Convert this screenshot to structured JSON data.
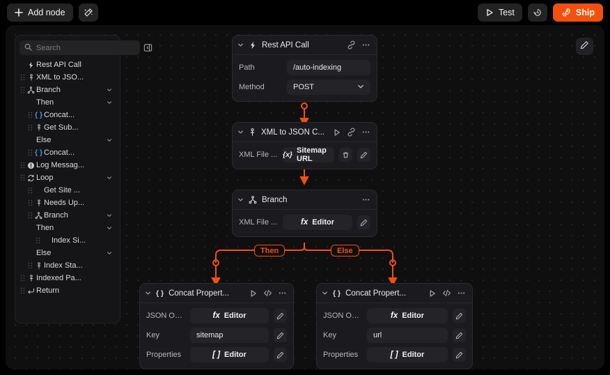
{
  "toolbar": {
    "add_node_label": "Add node",
    "add_node_icon": "plus-icon",
    "magic_icon": "magic-wand-icon",
    "test_label": "Test",
    "test_icon": "play-icon",
    "history_icon": "history-clock-icon",
    "ship_label": "Ship",
    "ship_icon": "rocket-icon",
    "ship_color": "#f2500f"
  },
  "sidebar": {
    "search": {
      "placeholder": "Search",
      "value": "",
      "icon": "search-icon"
    },
    "collapse_icon": "panel-collapse-icon",
    "items": [
      {
        "label": "Rest API Call",
        "icon": "bolt-icon",
        "indent": 1,
        "grip": false,
        "caret": false
      },
      {
        "label": "XML to JSO...",
        "icon": "anchor-icon",
        "indent": 1,
        "grip": true,
        "caret": false
      },
      {
        "label": "Branch",
        "icon": "branch-icon",
        "indent": 1,
        "grip": true,
        "caret": true
      },
      {
        "label": "Then",
        "icon": "none",
        "indent": 1,
        "grip": false,
        "caret": true
      },
      {
        "label": "Concat...",
        "icon": "braces-icon",
        "indent": 2,
        "grip": true,
        "caret": false
      },
      {
        "label": "Get Sub...",
        "icon": "anchor-icon",
        "indent": 2,
        "grip": true,
        "caret": false
      },
      {
        "label": "Else",
        "icon": "none",
        "indent": 1,
        "grip": false,
        "caret": true
      },
      {
        "label": "Concat...",
        "icon": "braces-icon",
        "indent": 2,
        "grip": true,
        "caret": false
      },
      {
        "label": "Log Messag...",
        "icon": "alert-icon",
        "indent": 1,
        "grip": true,
        "caret": false
      },
      {
        "label": "Loop",
        "icon": "loop-icon",
        "indent": 1,
        "grip": true,
        "caret": true
      },
      {
        "label": "Get Site ...",
        "icon": "none",
        "indent": 2,
        "grip": true,
        "caret": false
      },
      {
        "label": "Needs Up...",
        "icon": "anchor-icon",
        "indent": 2,
        "grip": true,
        "caret": false
      },
      {
        "label": "Branch",
        "icon": "branch-icon",
        "indent": 2,
        "grip": true,
        "caret": true
      },
      {
        "label": "Then",
        "icon": "none",
        "indent": 1,
        "grip": false,
        "caret": true
      },
      {
        "label": "Index Si...",
        "icon": "none",
        "indent": 3,
        "grip": true,
        "caret": false
      },
      {
        "label": "Else",
        "icon": "none",
        "indent": 1,
        "grip": false,
        "caret": true
      },
      {
        "label": "Index Sta...",
        "icon": "anchor-icon",
        "indent": 2,
        "grip": true,
        "caret": false
      },
      {
        "label": "Indexed Pa...",
        "icon": "anchor-icon",
        "indent": 1,
        "grip": true,
        "caret": false
      },
      {
        "label": "Return",
        "icon": "return-icon",
        "indent": 1,
        "grip": true,
        "caret": false
      }
    ]
  },
  "canvas": {
    "edit_icon": "pencil-icon",
    "branch_labels": {
      "then": "Then",
      "else": "Else"
    },
    "accent_color": "#f2500f",
    "nodes": {
      "rest_api": {
        "title": "Rest API Call",
        "icon": "bolt-icon",
        "actions": [
          "link-icon",
          "more-icon"
        ],
        "fields": [
          {
            "label": "Path",
            "type": "text",
            "value": "/auto-indexing"
          },
          {
            "label": "Method",
            "type": "select",
            "value": "POST"
          }
        ]
      },
      "xml_to_json": {
        "title": "XML to JSON C...",
        "icon": "anchor-icon",
        "actions": [
          "play-icon",
          "link-icon",
          "more-icon"
        ],
        "fields": [
          {
            "label": "XML File ...",
            "type": "variable",
            "value": "Sitemap URL",
            "prefix": "{x}",
            "buttons": [
              "trash-icon",
              "pencil-icon"
            ]
          }
        ]
      },
      "branch": {
        "title": "Branch",
        "icon": "branch-icon",
        "actions": [
          "more-icon"
        ],
        "fields": [
          {
            "label": "XML File ...",
            "type": "editor",
            "value": "Editor",
            "prefix": "fx",
            "buttons": [
              "pencil-icon"
            ]
          }
        ]
      },
      "concat_then": {
        "title": "Concat Propert...",
        "icon": "braces-icon",
        "actions": [
          "play-icon",
          "code-icon",
          "more-icon"
        ],
        "fields": [
          {
            "label": "JSON Obj...",
            "type": "editor",
            "value": "Editor",
            "prefix": "fx",
            "buttons": [
              "pencil-icon"
            ]
          },
          {
            "label": "Key",
            "type": "text",
            "value": "sitemap",
            "buttons": [
              "pencil-icon"
            ]
          },
          {
            "label": "Properties",
            "type": "editor",
            "value": "Editor",
            "prefix": "[ ]",
            "buttons": [
              "pencil-icon"
            ]
          }
        ]
      },
      "concat_else": {
        "title": "Concat Propert...",
        "icon": "braces-icon",
        "actions": [
          "play-icon",
          "code-icon",
          "more-icon"
        ],
        "fields": [
          {
            "label": "JSON Obj...",
            "type": "editor",
            "value": "Editor",
            "prefix": "fx",
            "buttons": [
              "pencil-icon"
            ]
          },
          {
            "label": "Key",
            "type": "text",
            "value": "url",
            "buttons": [
              "pencil-icon"
            ]
          },
          {
            "label": "Properties",
            "type": "editor",
            "value": "Editor",
            "prefix": "[ ]",
            "buttons": [
              "pencil-icon"
            ]
          }
        ]
      }
    }
  }
}
